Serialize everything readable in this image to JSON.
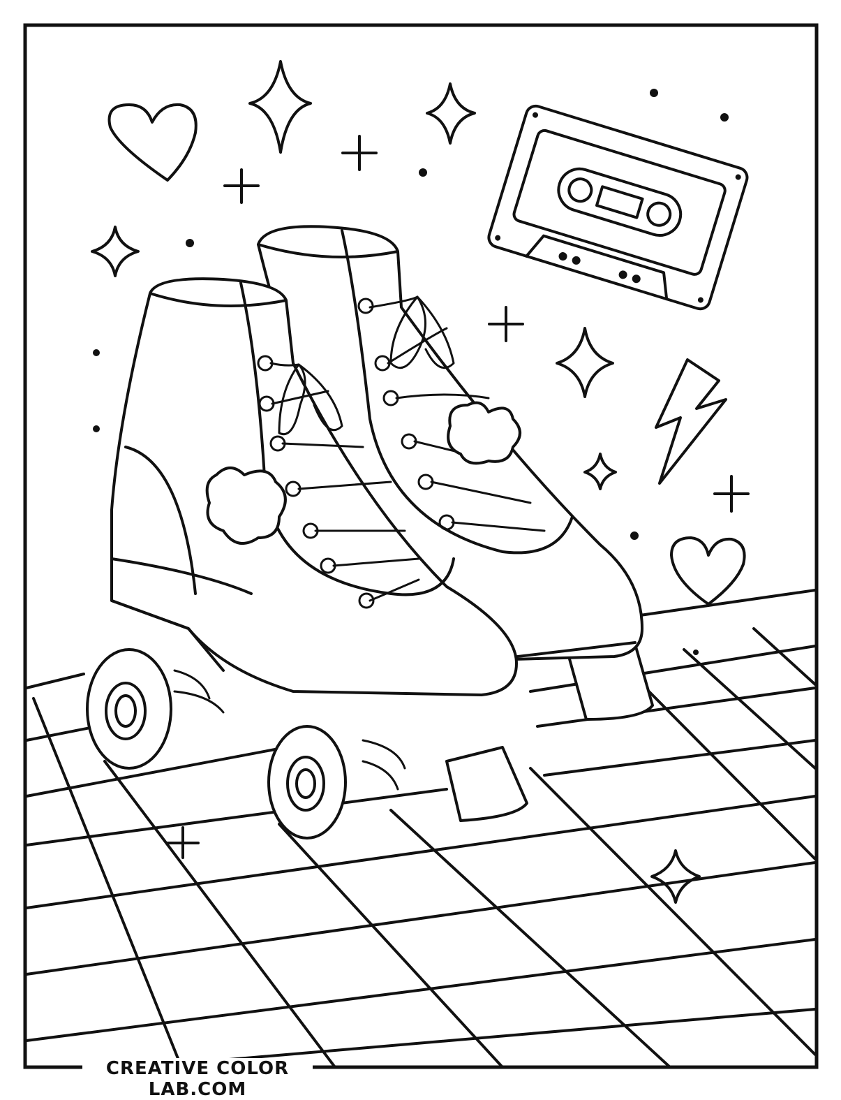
{
  "page": {
    "subject": "Roller skates coloring page",
    "footer_text": "CREATIVE COLOR LAB.COM"
  },
  "illustration": {
    "elements": [
      "roller-skate-left",
      "roller-skate-right",
      "cassette-tape",
      "lightning-bolt",
      "heart",
      "heart",
      "sparkle",
      "sparkle",
      "sparkle",
      "sparkle",
      "sparkle",
      "sparkle",
      "plus",
      "plus",
      "plus",
      "plus",
      "plus",
      "checkered-floor"
    ],
    "line_color": "#111111",
    "background_color": "#ffffff"
  }
}
